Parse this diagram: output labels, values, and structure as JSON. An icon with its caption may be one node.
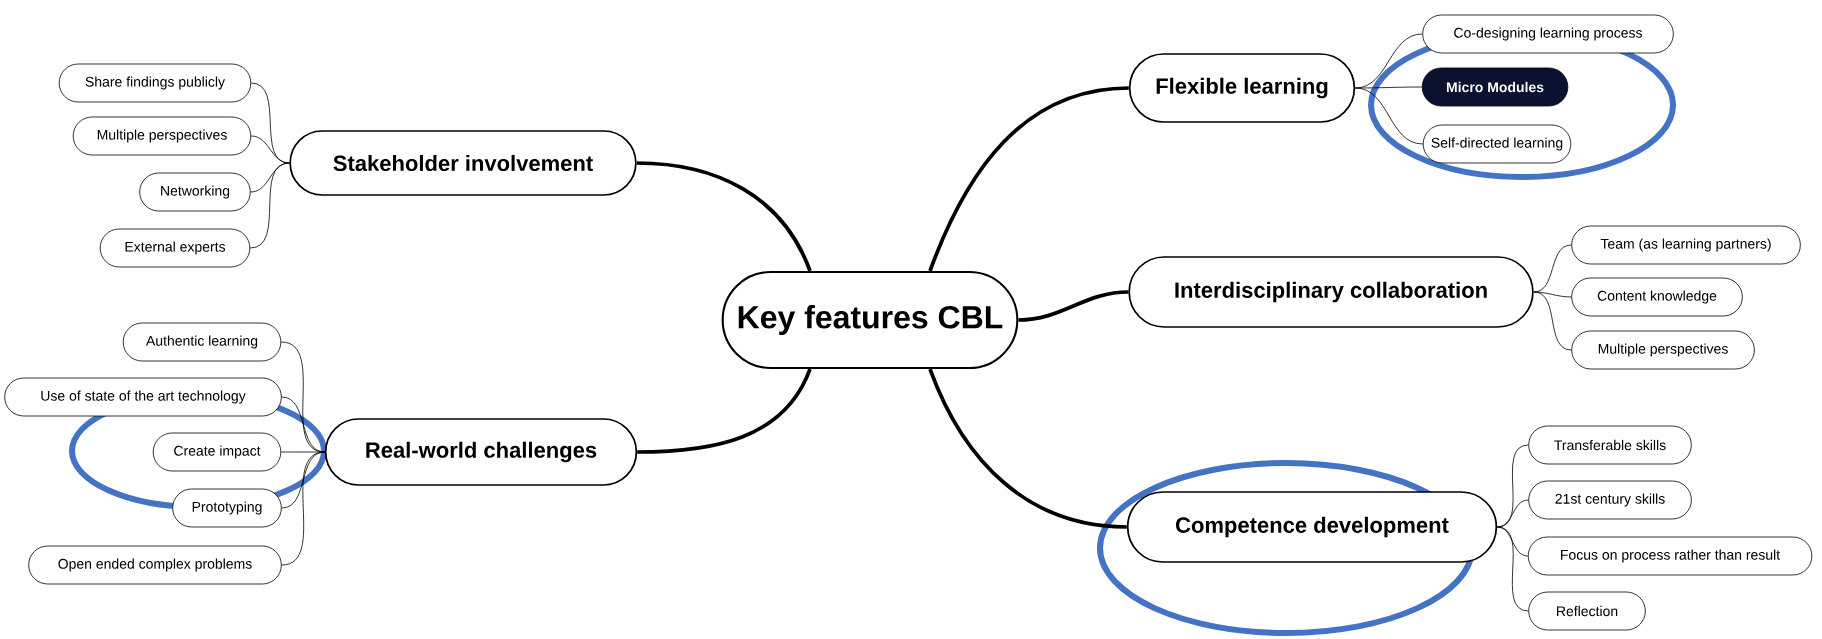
{
  "diagram": {
    "nodes": [
      {
        "text": [
          "Key features CBL"
        ]
      },
      {
        "text": [
          "Stakeholder involvement"
        ]
      },
      {
        "text": [
          "Share findings publicly"
        ]
      },
      {
        "text": [
          "Multiple perspectives"
        ]
      },
      {
        "text": [
          "Networking"
        ]
      },
      {
        "text": [
          "External experts"
        ]
      },
      {
        "text": [
          "Real-world challenges"
        ]
      },
      {
        "text": [
          "Authentic learning"
        ]
      },
      {
        "text": [
          "Use of state of the art technology"
        ]
      },
      {
        "text": [
          "Create impact"
        ]
      },
      {
        "text": [
          "Prototyping"
        ]
      },
      {
        "text": [
          "Open ended complex problems"
        ]
      },
      {
        "text": [
          "Flexible learning"
        ]
      },
      {
        "text": [
          "Co-designing learning process"
        ]
      },
      {
        "text": [
          "Micro Modules"
        ]
      },
      {
        "text": [
          "Self-directed learning"
        ]
      },
      {
        "text": [
          "Interdisciplinary collaboration"
        ]
      },
      {
        "text": [
          "Team (as learning partners)"
        ]
      },
      {
        "text": [
          "Content knowledge"
        ]
      },
      {
        "text": [
          "Multiple perspectives"
        ]
      },
      {
        "text": [
          "Competence development"
        ]
      },
      {
        "text": [
          "Transferable skills"
        ]
      },
      {
        "text": [
          "21st century skills"
        ]
      },
      {
        "text": [
          "Focus on process rather than result"
        ]
      },
      {
        "text": [
          "Reflection"
        ]
      }
    ],
    "edges": [
      {
        "from": 0,
        "to": 1,
        "arrow": "none",
        "style": "thick"
      },
      {
        "from": 1,
        "to": 2,
        "arrow": "none"
      },
      {
        "from": 1,
        "to": 3,
        "arrow": "none"
      },
      {
        "from": 1,
        "to": 4,
        "arrow": "none"
      },
      {
        "from": 1,
        "to": 5,
        "arrow": "none"
      },
      {
        "from": 0,
        "to": 6,
        "arrow": "none",
        "style": "thick"
      },
      {
        "from": 6,
        "to": 7,
        "arrow": "none"
      },
      {
        "from": 6,
        "to": 8,
        "arrow": "none"
      },
      {
        "from": 6,
        "to": 9,
        "arrow": "none"
      },
      {
        "from": 6,
        "to": 10,
        "arrow": "none"
      },
      {
        "from": 6,
        "to": 11,
        "arrow": "none"
      },
      {
        "from": 0,
        "to": 12,
        "arrow": "none",
        "style": "thick"
      },
      {
        "from": 12,
        "to": 13,
        "arrow": "none"
      },
      {
        "from": 12,
        "to": 14,
        "arrow": "none"
      },
      {
        "from": 12,
        "to": 15,
        "arrow": "none"
      },
      {
        "from": 0,
        "to": 16,
        "arrow": "none",
        "style": "thick"
      },
      {
        "from": 16,
        "to": 17,
        "arrow": "none"
      },
      {
        "from": 16,
        "to": 18,
        "arrow": "none"
      },
      {
        "from": 16,
        "to": 19,
        "arrow": "none"
      },
      {
        "from": 0,
        "to": 20,
        "arrow": "none",
        "style": "thick"
      },
      {
        "from": 20,
        "to": 21,
        "arrow": "none"
      },
      {
        "from": 20,
        "to": 22,
        "arrow": "none"
      },
      {
        "from": 20,
        "to": 23,
        "arrow": "none"
      },
      {
        "from": 20,
        "to": 24,
        "arrow": "none"
      }
    ]
  }
}
